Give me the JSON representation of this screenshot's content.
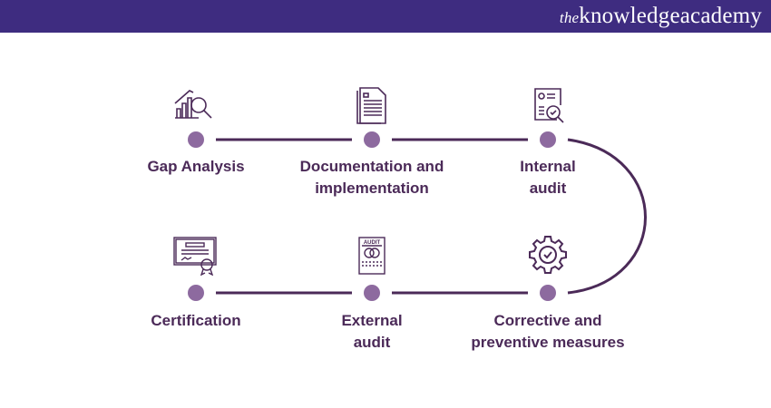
{
  "brand": {
    "prefix": "the",
    "name": "knowledgeacademy"
  },
  "colors": {
    "header": "#3e2c80",
    "line": "#4b2a58",
    "dot": "#8d6a9f",
    "text": "#4b2a58"
  },
  "steps": [
    {
      "label_1": "Gap Analysis",
      "label_2": "",
      "icon": "chart-magnifier-icon"
    },
    {
      "label_1": "Documentation and",
      "label_2": "implementation",
      "icon": "document-icon"
    },
    {
      "label_1": "Internal",
      "label_2": "audit",
      "icon": "audit-report-icon"
    },
    {
      "label_1": "Corrective and",
      "label_2": "preventive measures",
      "icon": "gear-check-icon"
    },
    {
      "label_1": "External",
      "label_2": "audit",
      "icon": "audit-document-icon",
      "icon_text": "AUDIT"
    },
    {
      "label_1": "Certification",
      "label_2": "",
      "icon": "certificate-icon"
    }
  ]
}
